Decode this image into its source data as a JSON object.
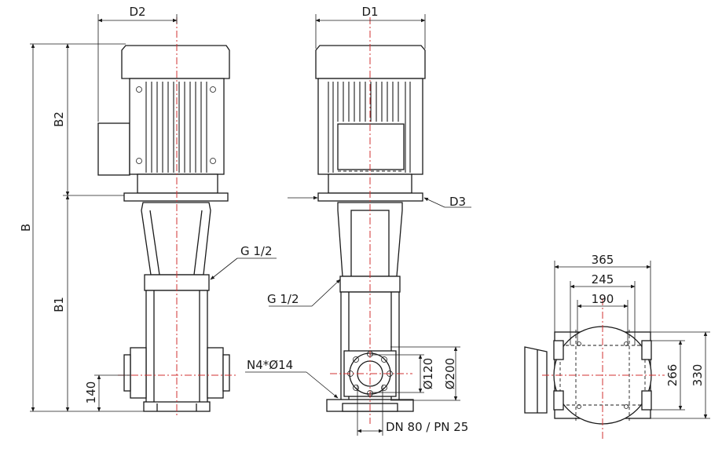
{
  "labels": {
    "d2": "D2",
    "d1": "D1",
    "b2": "B2",
    "b": "B",
    "b1": "B1",
    "d3": "D3",
    "g_side": "G 1/2",
    "g_front": "G 1/2",
    "h140": "140",
    "n4": "N4*Ø14",
    "d120": "Ø120",
    "d200": "Ø200",
    "dn": "DN 80 / PN 25",
    "w365": "365",
    "w245": "245",
    "w190": "190",
    "h266": "266",
    "h330": "330"
  }
}
